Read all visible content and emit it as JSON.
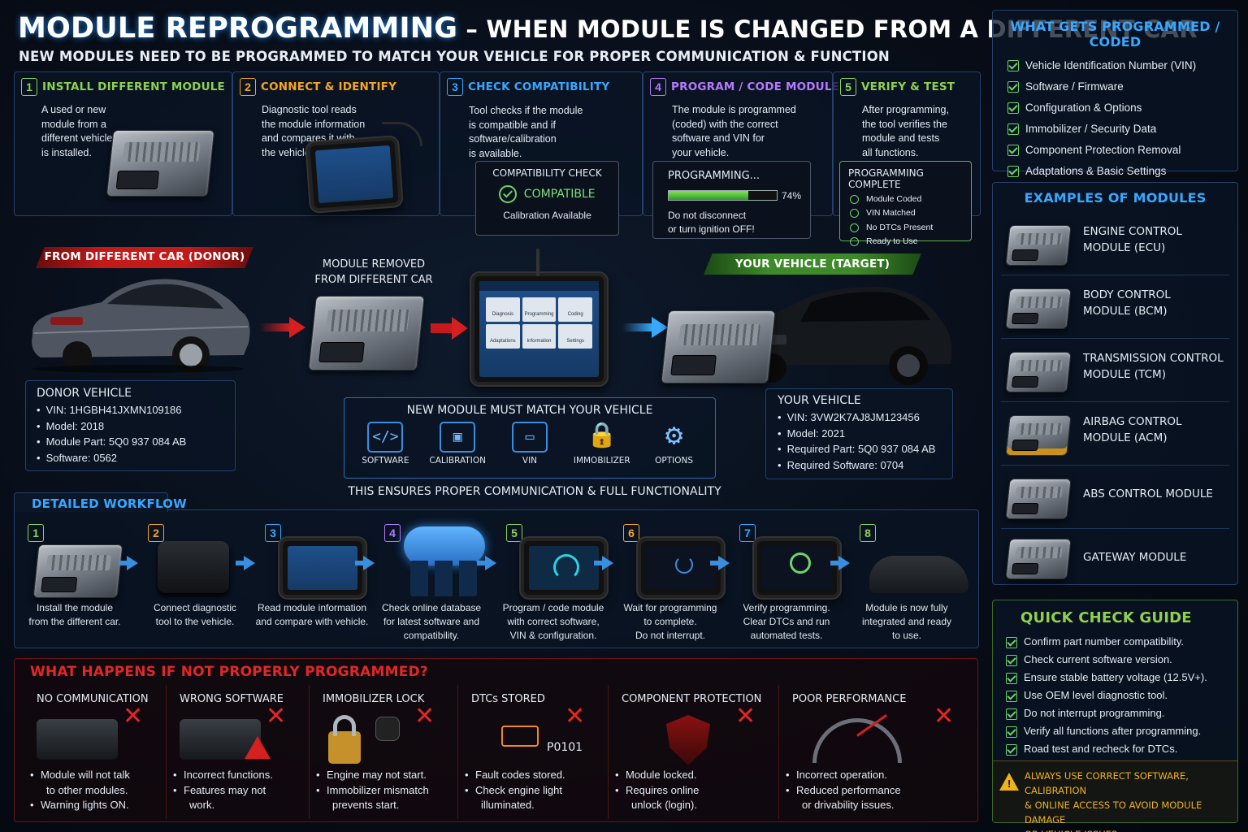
{
  "title": {
    "main": "MODULE REPROGRAMMING",
    "rest": " – WHEN MODULE IS CHANGED FROM A DIFFERENT CAR",
    "subtitle": "NEW MODULES NEED TO BE PROGRAMMED TO MATCH YOUR VEHICLE FOR PROPER COMMUNICATION & FUNCTION"
  },
  "steps": [
    {
      "num": "1",
      "title": "INSTALL DIFFERENT MODULE",
      "color": "#8fd14f",
      "text": "A used or new\nmodule from a\ndifferent vehicle\nis installed."
    },
    {
      "num": "2",
      "title": "CONNECT & IDENTIFY",
      "color": "#f5a623",
      "text": "Diagnostic tool reads\nthe module information\nand compares it with\nthe vehicle."
    },
    {
      "num": "3",
      "title": "CHECK COMPATIBILITY",
      "color": "#38a8ff",
      "text": "Tool checks if the module\nis compatible and if\nsoftware/calibration\nis available."
    },
    {
      "num": "4",
      "title": "PROGRAM / CODE MODULE",
      "color": "#b57bff",
      "text": "The module is programmed\n(coded) with the correct\nsoftware and VIN for\nyour vehicle."
    },
    {
      "num": "5",
      "title": "VERIFY & TEST",
      "color": "#8fd14f",
      "text": "After programming,\nthe tool verifies the\nmodule and tests\nall functions."
    }
  ],
  "compat": {
    "title": "COMPATIBILITY CHECK",
    "status": "COMPATIBLE",
    "sub": "Calibration Available"
  },
  "programming": {
    "title": "PROGRAMMING...",
    "percent": "74%",
    "progress": 0.74,
    "warn": "Do not disconnect\nor turn ignition OFF!"
  },
  "complete": {
    "title": "PROGRAMMING COMPLETE",
    "items": [
      "Module Coded",
      "VIN Matched",
      "No DTCs Present",
      "Ready to Use"
    ]
  },
  "gets": {
    "title": "WHAT GETS PROGRAMMED / CODED",
    "items": [
      "Vehicle Identification Number (VIN)",
      "Software / Firmware",
      "Configuration & Options",
      "Immobilizer / Security Data",
      "Component Protection Removal",
      "Adaptations & Basic Settings"
    ]
  },
  "examples": {
    "title": "EXAMPLES OF MODULES",
    "items": [
      "ENGINE CONTROL\nMODULE (ECU)",
      "BODY CONTROL\nMODULE (BCM)",
      "TRANSMISSION CONTROL\nMODULE (TCM)",
      "AIRBAG CONTROL\nMODULE (ACM)",
      "ABS CONTROL MODULE",
      "GATEWAY MODULE"
    ]
  },
  "donor": {
    "banner": "FROM DIFFERENT CAR (DONOR)",
    "title": "DONOR VEHICLE",
    "items": [
      "VIN: 1HGBH41JXMN109186",
      "Model: 2018",
      "Module Part: 5Q0 937 084 AB",
      "Software: 0562"
    ]
  },
  "removed": "MODULE REMOVED\nFROM DIFFERENT CAR",
  "target": {
    "banner": "YOUR VEHICLE (TARGET)",
    "title": "YOUR VEHICLE",
    "items": [
      "VIN: 3VW2K7AJ8JM123456",
      "Model: 2021",
      "Required Part: 5Q0 937 084 AB",
      "Required Software: 0704"
    ]
  },
  "match": {
    "title": "NEW MODULE MUST MATCH YOUR VEHICLE",
    "items": [
      "SOFTWARE",
      "CALIBRATION",
      "VIN",
      "IMMOBILIZER",
      "OPTIONS"
    ],
    "footer": "THIS ENSURES PROPER COMMUNICATION & FULL FUNCTIONALITY"
  },
  "tablet_tiles": [
    "Diagnosis",
    "Programming",
    "Coding",
    "Adaptations",
    "Information",
    "Settings"
  ],
  "workflow": {
    "title": "DETAILED WORKFLOW",
    "steps": [
      {
        "num": "1",
        "color": "#8fd14f",
        "text": "Install the module\nfrom the different car."
      },
      {
        "num": "2",
        "color": "#f5a623",
        "text": "Connect diagnostic\ntool to the vehicle."
      },
      {
        "num": "3",
        "color": "#38a8ff",
        "text": "Read module information\nand compare with vehicle."
      },
      {
        "num": "4",
        "color": "#b57bff",
        "text": "Check online database\nfor latest software and\ncompatibility."
      },
      {
        "num": "5",
        "color": "#8fd14f",
        "text": "Program / code module\nwith correct software,\nVIN & configuration."
      },
      {
        "num": "6",
        "color": "#f5a623",
        "text": "Wait for programming\nto complete.\nDo not interrupt."
      },
      {
        "num": "7",
        "color": "#38a8ff",
        "text": "Verify programming.\nClear DTCs and run\nautomated tests."
      },
      {
        "num": "8",
        "color": "#8fd14f",
        "text": "Module is now fully\nintegrated and ready\nto use."
      }
    ]
  },
  "failures": {
    "title": "WHAT HAPPENS IF NOT PROPERLY PROGRAMMED?",
    "items": [
      {
        "title": "NO COMMUNICATION",
        "bullets": [
          "Module will not talk",
          "to other modules.",
          "Warning lights ON."
        ],
        "bulletMarks": [
          true,
          false,
          true
        ]
      },
      {
        "title": "WRONG SOFTWARE",
        "bullets": [
          "Incorrect functions.",
          "Features may not",
          "work."
        ],
        "bulletMarks": [
          true,
          true,
          false
        ]
      },
      {
        "title": "IMMOBILIZER LOCK",
        "bullets": [
          "Engine may not start.",
          "Immobilizer mismatch",
          "prevents start."
        ],
        "bulletMarks": [
          true,
          true,
          false
        ]
      },
      {
        "title": "DTCs STORED",
        "code": "P0101",
        "bullets": [
          "Fault codes stored.",
          "Check engine light",
          "illuminated."
        ],
        "bulletMarks": [
          true,
          true,
          false
        ]
      },
      {
        "title": "COMPONENT PROTECTION",
        "bullets": [
          "Module locked.",
          "Requires online",
          "unlock (login)."
        ],
        "bulletMarks": [
          true,
          true,
          false
        ]
      },
      {
        "title": "POOR PERFORMANCE",
        "bullets": [
          "Incorrect operation.",
          "Reduced performance",
          "or drivability issues."
        ],
        "bulletMarks": [
          true,
          true,
          false
        ]
      }
    ]
  },
  "quick": {
    "title": "QUICK CHECK GUIDE",
    "items": [
      "Confirm part number compatibility.",
      "Check current software version.",
      "Ensure stable battery voltage (12.5V+).",
      "Use OEM level diagnostic tool.",
      "Do not interrupt programming.",
      "Verify all functions after programming.",
      "Road test and recheck for DTCs."
    ],
    "warning": "ALWAYS USE CORRECT SOFTWARE, CALIBRATION\n& ONLINE ACCESS TO AVOID MODULE DAMAGE\nOR VEHICLE ISSUES."
  }
}
